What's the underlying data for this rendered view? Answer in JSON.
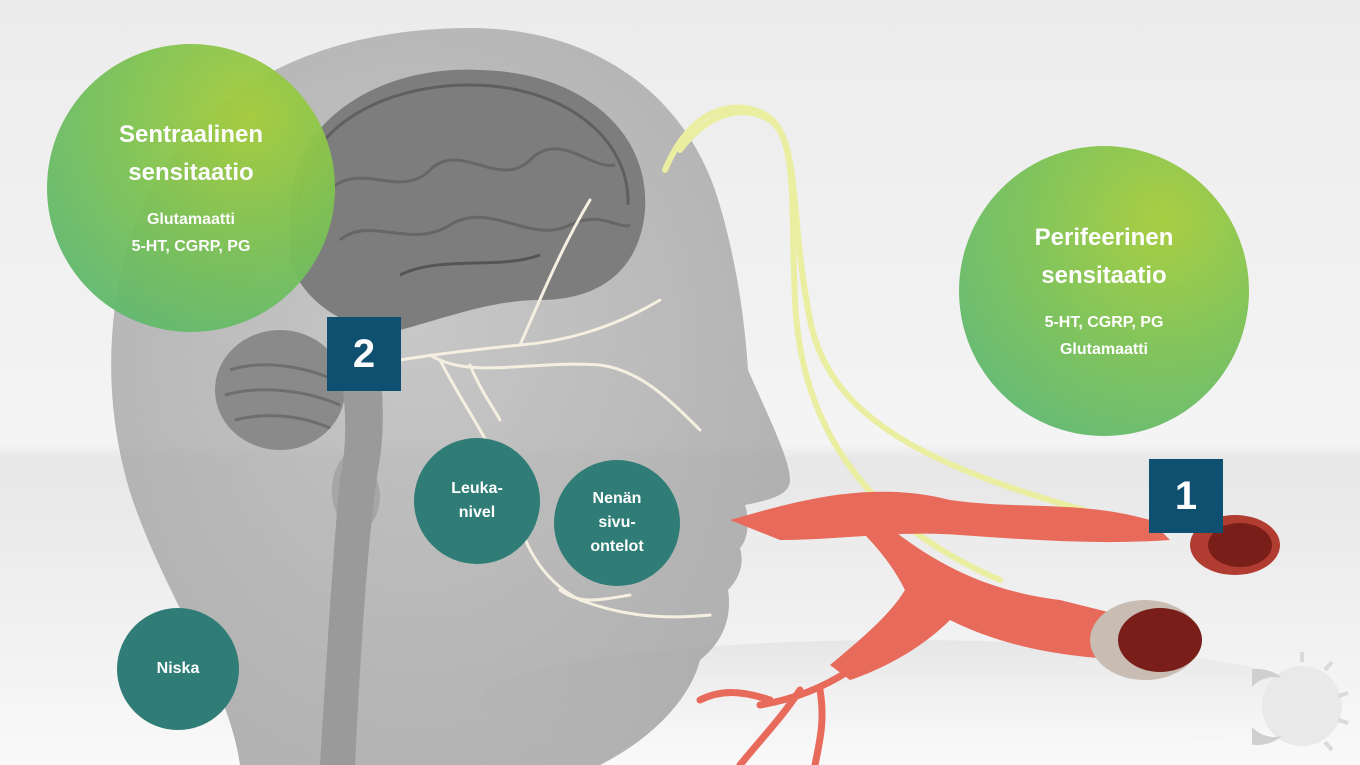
{
  "central": {
    "title_line1": "Sentraalinen",
    "title_line2": "sensitaatio",
    "sub_line1": "Glutamaatti",
    "sub_line2": "5-HT, CGRP, PG"
  },
  "peripheral": {
    "title_line1": "Perifeerinen",
    "title_line2": "sensitaatio",
    "sub_line1": "5-HT, CGRP, PG",
    "sub_line2": "Glutamaatti"
  },
  "markers": {
    "central_number": "2",
    "peripheral_number": "1"
  },
  "regions": {
    "jaw_line1": "Leuka-",
    "jaw_line2": "nivel",
    "sinus_line1": "Nenän",
    "sinus_line2": "sivu-",
    "sinus_line3": "ontelot",
    "neck": "Niska"
  },
  "colors": {
    "green_bubble": "#7cc255",
    "teal_bubble": "#2f7d76",
    "number_box": "#0f5071",
    "nerve": "#eef0a8",
    "artery": "#e86a5a"
  },
  "icons": {
    "logo": "sun-moon-logo-icon"
  }
}
